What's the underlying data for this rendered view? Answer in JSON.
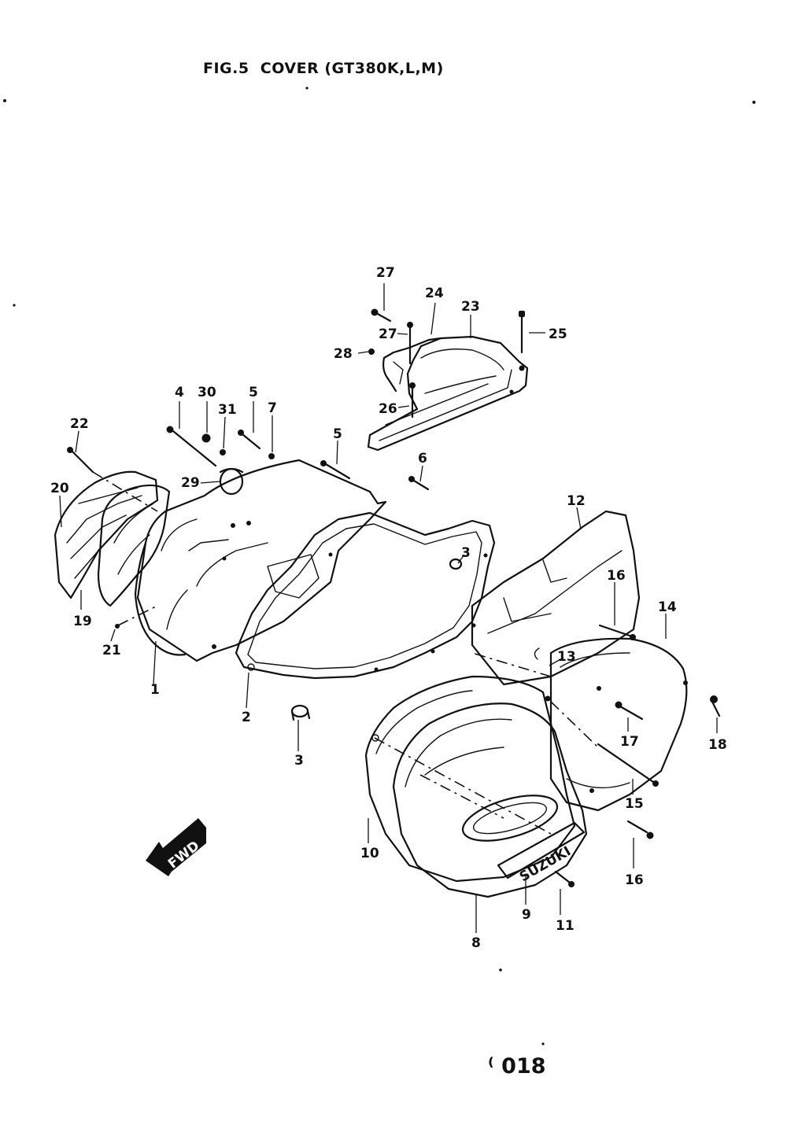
{
  "figure": {
    "title": "FIG.5  COVER (GT380K,L,M)",
    "page_number": "⁽ 018",
    "direction_arrow": "FWD"
  },
  "callouts": [
    {
      "id": "c1",
      "label": "1"
    },
    {
      "id": "c2",
      "label": "2"
    },
    {
      "id": "c3a",
      "label": "3"
    },
    {
      "id": "c3b",
      "label": "3"
    },
    {
      "id": "c4",
      "label": "4"
    },
    {
      "id": "c5a",
      "label": "5"
    },
    {
      "id": "c5b",
      "label": "5"
    },
    {
      "id": "c6",
      "label": "6"
    },
    {
      "id": "c7",
      "label": "7"
    },
    {
      "id": "c8",
      "label": "8"
    },
    {
      "id": "c9",
      "label": "9"
    },
    {
      "id": "c10",
      "label": "10"
    },
    {
      "id": "c11",
      "label": "11"
    },
    {
      "id": "c12",
      "label": "12"
    },
    {
      "id": "c13",
      "label": "13"
    },
    {
      "id": "c14",
      "label": "14"
    },
    {
      "id": "c15",
      "label": "15"
    },
    {
      "id": "c16a",
      "label": "16"
    },
    {
      "id": "c16b",
      "label": "16"
    },
    {
      "id": "c17",
      "label": "17"
    },
    {
      "id": "c18",
      "label": "18"
    },
    {
      "id": "c19",
      "label": "19"
    },
    {
      "id": "c20",
      "label": "20"
    },
    {
      "id": "c21",
      "label": "21"
    },
    {
      "id": "c22",
      "label": "22"
    },
    {
      "id": "c23",
      "label": "23"
    },
    {
      "id": "c24",
      "label": "24"
    },
    {
      "id": "c25",
      "label": "25"
    },
    {
      "id": "c26",
      "label": "26"
    },
    {
      "id": "c27a",
      "label": "27"
    },
    {
      "id": "c27b",
      "label": "27"
    },
    {
      "id": "c28",
      "label": "28"
    },
    {
      "id": "c29",
      "label": "29"
    },
    {
      "id": "c30",
      "label": "30"
    },
    {
      "id": "c31",
      "label": "31"
    }
  ],
  "emblem_text": "SUZUKI"
}
